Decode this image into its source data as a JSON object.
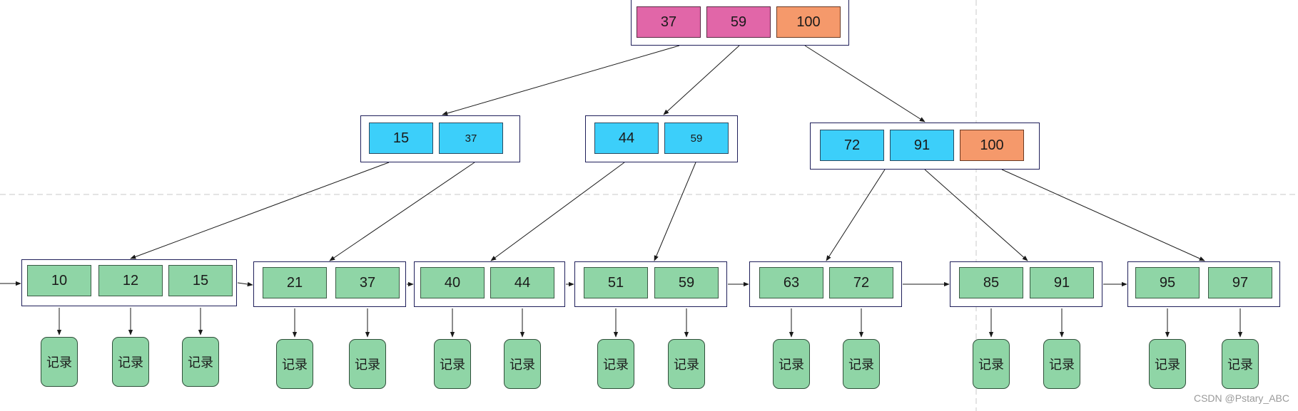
{
  "root": {
    "keys": [
      {
        "label": "37",
        "color": "pink"
      },
      {
        "label": "59",
        "color": "pink"
      },
      {
        "label": "100",
        "color": "orange"
      }
    ]
  },
  "internal": [
    {
      "keys": [
        {
          "label": "15",
          "color": "blue"
        },
        {
          "label": "37",
          "color": "blue",
          "small": true
        }
      ]
    },
    {
      "keys": [
        {
          "label": "44",
          "color": "blue"
        },
        {
          "label": "59",
          "color": "blue",
          "small": true
        }
      ]
    },
    {
      "keys": [
        {
          "label": "72",
          "color": "blue"
        },
        {
          "label": "91",
          "color": "blue"
        },
        {
          "label": "100",
          "color": "orange"
        }
      ]
    }
  ],
  "leaves": [
    {
      "keys": [
        "10",
        "12",
        "15"
      ]
    },
    {
      "keys": [
        "21",
        "37"
      ]
    },
    {
      "keys": [
        "40",
        "44"
      ]
    },
    {
      "keys": [
        "51",
        "59"
      ]
    },
    {
      "keys": [
        "63",
        "72"
      ]
    },
    {
      "keys": [
        "85",
        "91"
      ]
    },
    {
      "keys": [
        "95",
        "97"
      ]
    }
  ],
  "record_label": "记录",
  "watermark": "CSDN @Pstary_ABC",
  "colors": {
    "leaf": "#8fd5a6",
    "blue": "#3ccffa",
    "pink": "#e166a8",
    "orange": "#f5996b",
    "node_border": "#1f1f5a",
    "guide": "#c8c8c8"
  }
}
